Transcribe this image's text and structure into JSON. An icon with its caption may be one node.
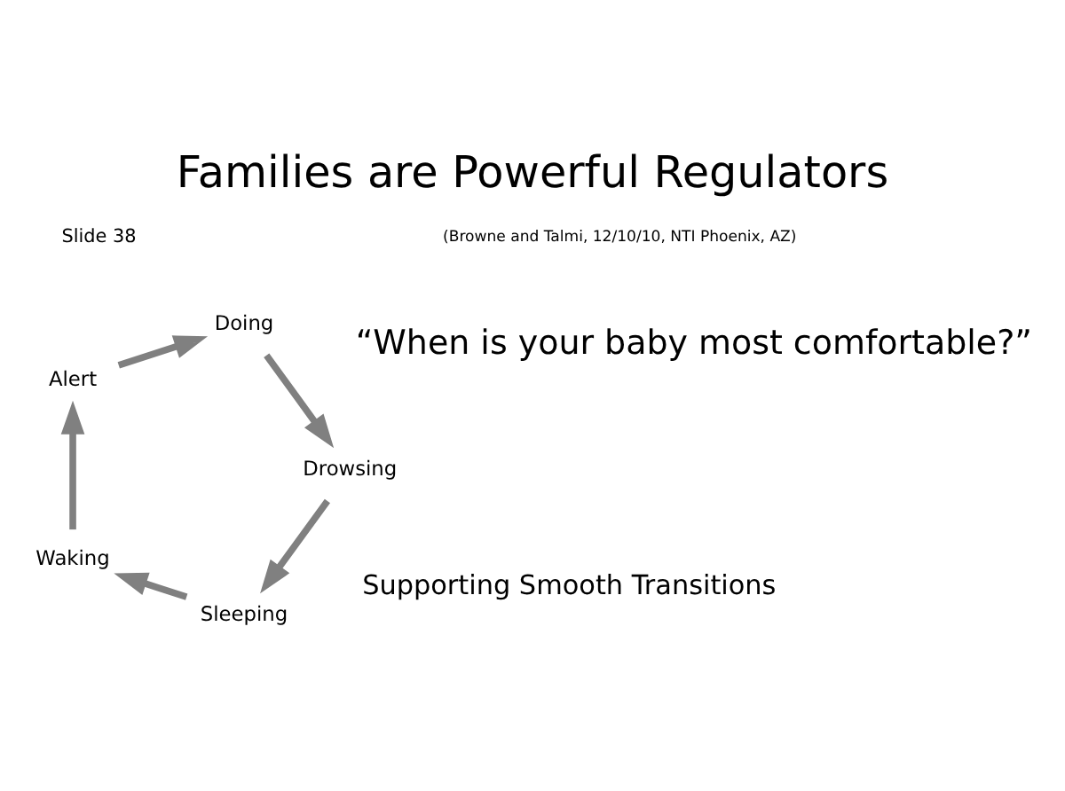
{
  "diagram": {
    "title": "Families are Powerful Regulators",
    "nodes": [
      {
        "text": [
          "Sleeping"
        ]
      },
      {
        "text": [
          "Waking"
        ]
      },
      {
        "text": [
          "Alert"
        ]
      },
      {
        "text": [
          "Doing"
        ]
      },
      {
        "text": [
          "Drowsing"
        ]
      }
    ],
    "edges": [
      {
        "from": 0,
        "to": 1,
        "arrow": "to"
      },
      {
        "from": 1,
        "to": 2,
        "arrow": "to"
      },
      {
        "from": 2,
        "to": 3,
        "arrow": "to"
      },
      {
        "from": 3,
        "to": 4,
        "arrow": "to"
      },
      {
        "from": 4,
        "to": 0,
        "arrow": "to"
      }
    ],
    "labels": [
      "“When is your baby most comfortable?”",
      "(Browne and Talmi, 12/10/10, NTI Phoenix, AZ)",
      "Supporting Smooth Transitions",
      "Slide 38"
    ]
  }
}
